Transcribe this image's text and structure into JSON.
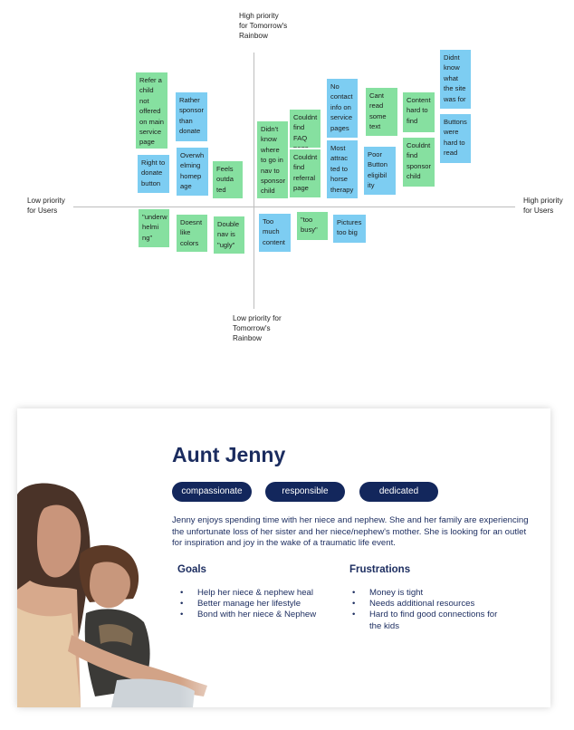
{
  "axes": {
    "top": "High priority\nfor Tomorrow's\nRainbow",
    "bottom": "Low priority for\nTomorrow's\nRainbow",
    "left": "Low priority\nfor Users",
    "right": "High priority\nfor Users"
  },
  "notes": [
    {
      "text": "Refer a\nchild\nnot\noffered\non main\nservice\npage",
      "color": "green"
    },
    {
      "text": "Rather\nsponsor\nthan\ndonate",
      "color": "blue"
    },
    {
      "text": "Right to\ndonate\nbutton",
      "color": "blue"
    },
    {
      "text": "Overwh\nelming\nhomep\nage",
      "color": "blue"
    },
    {
      "text": "Feels\noutda\nted",
      "color": "green"
    },
    {
      "text": "Didn't\nknow\nwhere\nto go in\nnav to\nsponsor\nchild",
      "color": "green"
    },
    {
      "text": "Couldnt\nfind FAQ\npage",
      "color": "green"
    },
    {
      "text": "Couldnt\nfind\nreferral\npage",
      "color": "green"
    },
    {
      "text": "No\ncontact\ninfo on\nservice\npages",
      "color": "blue"
    },
    {
      "text": "Most\nattrac\nted to\nhorse\ntherapy",
      "color": "blue"
    },
    {
      "text": "Cant\nread\nsome\ntext",
      "color": "green"
    },
    {
      "text": "Poor\nButton\neligibil\nity",
      "color": "blue"
    },
    {
      "text": "Content\nhard to\nfind",
      "color": "green"
    },
    {
      "text": "Couldnt\nfind\nsponsor\nchild",
      "color": "green"
    },
    {
      "text": "Didnt\nknow\nwhat\nthe site\nwas for",
      "color": "blue"
    },
    {
      "text": "Buttons\nwere\nhard to\nread",
      "color": "blue"
    },
    {
      "text": "\"underw\nhelmi\nng\"",
      "color": "green"
    },
    {
      "text": "Doesnt\nlike\ncolors",
      "color": "green"
    },
    {
      "text": "Double\nnav is\n\"ugly\"",
      "color": "green"
    },
    {
      "text": "Too\nmuch\ncontent",
      "color": "blue"
    },
    {
      "text": "\"too\nbusy\"",
      "color": "green"
    },
    {
      "text": "Pictures\ntoo big",
      "color": "blue"
    }
  ],
  "persona": {
    "name": "Aunt Jenny",
    "traits": [
      "compassionate",
      "responsible",
      "dedicated"
    ],
    "bio": "Jenny enjoys spending time with her niece and nephew. She and her family are experiencing the unfortunate loss of her sister and her niece/nephew's mother. She is looking for an outlet for inspiration and joy in the wake of a traumatic life event.",
    "goals_title": "Goals",
    "goals": [
      "Help her niece & nephew heal",
      "Better manage her lifestyle",
      "Bond with her niece & Nephew"
    ],
    "frustrations_title": "Frustrations",
    "frustrations": [
      "Money is tight",
      "Needs additional resources",
      "Hard to find good connections for the kids"
    ]
  }
}
